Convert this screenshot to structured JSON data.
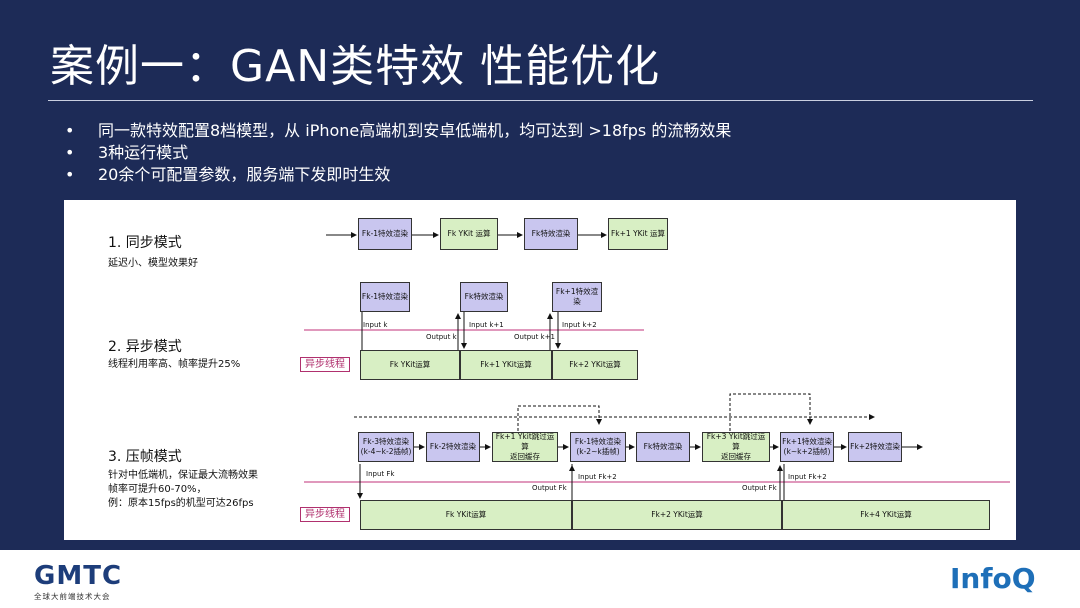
{
  "slide": {
    "title": "案例一：GAN类特效 性能优化",
    "bullets": [
      "同一款特效配置8档模型，从 iPhone高端机到安卓低端机，均可达到 >18fps 的流畅效果",
      "3种运行模式",
      "20余个可配置参数，服务端下发即时生效"
    ]
  },
  "diagram": {
    "mode1": {
      "title": "1. 同步模式",
      "desc": "延迟小、模型效果好",
      "boxes": [
        "Fk-1特效渲染",
        "Fk YKit 运算",
        "Fk特效渲染",
        "Fk+1 YKit 运算"
      ]
    },
    "mode2": {
      "title": "2. 异步模式",
      "desc": "线程利用率高、帧率提升25%",
      "thread_tag": "异步线程",
      "top_boxes": [
        "Fk-1特效渲染",
        "Fk特效渲染",
        "Fk+1特效渲染"
      ],
      "bottom_boxes": [
        "Fk YKit运算",
        "Fk+1 YKit运算",
        "Fk+2 YKit运算"
      ],
      "labels": {
        "input_k": "Input k",
        "input_k1": "Input k+1",
        "input_k2": "Input k+2",
        "output_k": "Output k",
        "output_k1": "Output k+1"
      }
    },
    "mode3": {
      "title": "3. 压帧模式",
      "desc1": "针对中低端机，保证最大流畅效果",
      "desc2": "帧率可提升60-70%，",
      "desc3": "例：原本15fps的机型可达26fps",
      "thread_tag": "异步线程",
      "top_boxes": [
        "Fk-3特效渲染\n(k-4~k-2插帧)",
        "Fk-2特效渲染",
        "Fk+1 Ykit跳过运算\n返回缓存",
        "Fk-1特效渲染\n(k-2~k插帧)",
        "Fk特效渲染",
        "Fk+3 Ykit跳过运算\n返回缓存",
        "Fk+1特效渲染\n(k~k+2插帧)",
        "Fk+2特效渲染"
      ],
      "bottom_boxes": [
        "Fk YKit运算",
        "Fk+2 YKit运算",
        "Fk+4 YKit运算"
      ],
      "labels": {
        "input_fk": "Input Fk",
        "input_fk2a": "Input Fk+2",
        "input_fk2b": "Input Fk+2",
        "output_fk_a": "Output Fk",
        "output_fk_b": "Output Fk"
      }
    }
  },
  "footer": {
    "gmtc_logo": "GMTC",
    "gmtc_sub": "全球大前端技术大会",
    "infoq_logo": "InfoQ"
  },
  "colors": {
    "background": "#1d2b57",
    "render_box": "#c9c6ef",
    "compute_box": "#d8efc4",
    "thread_line": "#c0307a"
  }
}
